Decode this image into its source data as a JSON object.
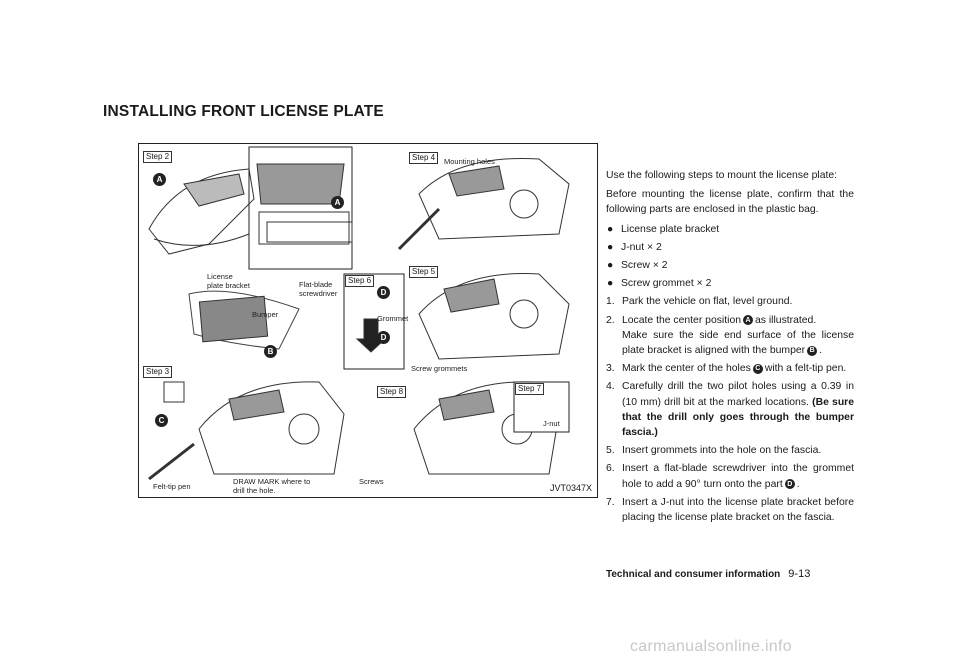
{
  "section_title": "INSTALLING FRONT LICENSE PLATE",
  "figure": {
    "code": "JVT0347X",
    "steps": [
      "Step 2",
      "Step 3",
      "Step 4",
      "Step 5",
      "Step 6",
      "Step 7",
      "Step 8"
    ],
    "labels": {
      "license_bracket": "License\nplate bracket",
      "bumper": "Bumper",
      "flat_blade": "Flat-blade\nscrewdriver",
      "grommet": "Grommet",
      "mounting_holes": "Mounting holes",
      "screw_grommets": "Screw grommets",
      "felt_tip": "Felt-tip pen",
      "draw_mark": "DRAW MARK where to\ndrill the hole.",
      "screws": "Screws",
      "jnut": "J-nut"
    },
    "callouts": {
      "a": "A",
      "b": "B",
      "c": "C",
      "d": "D"
    }
  },
  "intro": "Use the following steps to mount the license plate:",
  "before": "Before mounting the license plate, confirm that the following parts are enclosed in the plastic bag.",
  "bullet_char": "●",
  "parts": [
    "License plate bracket",
    "J-nut × 2",
    "Screw × 2",
    "Screw grommet × 2"
  ],
  "steps": {
    "s1_num": "1.",
    "s1": "Park the vehicle on flat, level ground.",
    "s2_num": "2.",
    "s2_a": "Locate the center position",
    "s2_b": "as illustrated.",
    "s2_note_a": "Make sure the side end surface of the license plate bracket is aligned with the bumper",
    "s2_note_b": ".",
    "s3_num": "3.",
    "s3_a": "Mark the center of the holes",
    "s3_b": "with a felt-tip pen.",
    "s4_num": "4.",
    "s4_a": "Carefully drill the two pilot holes using a 0.39 in (10 mm) drill bit at the marked locations.",
    "s4_bold": "(Be sure that the drill only goes through the bumper fascia.)",
    "s5_num": "5.",
    "s5": "Insert grommets into the hole on the fascia.",
    "s6_num": "6.",
    "s6_a": "Insert a flat-blade screwdriver into the grommet hole to add a 90° turn onto the part",
    "s6_b": ".",
    "s7_num": "7.",
    "s7": "Insert a J-nut into the license plate bracket before placing the license plate bracket on the fascia."
  },
  "footer": {
    "section": "Technical and consumer information",
    "page": "9-13"
  },
  "watermark": "carmanualsonline.info"
}
